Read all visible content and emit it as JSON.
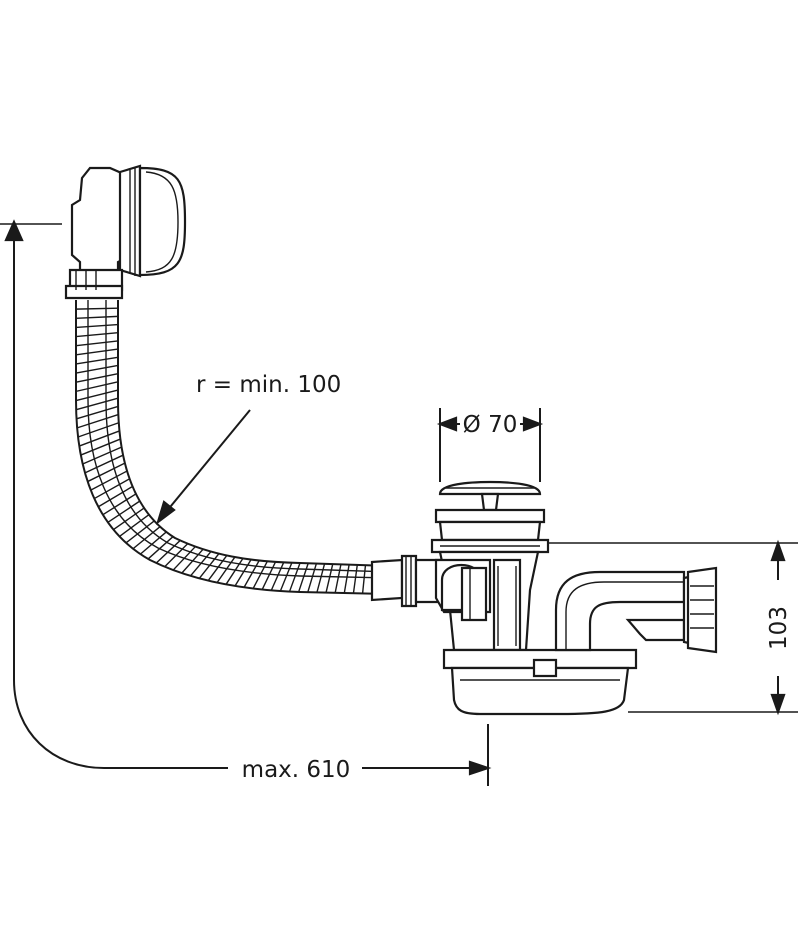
{
  "drawing": {
    "annotations": {
      "bend_radius": "r = min. 100",
      "diameter": "Ø 70",
      "height": "103",
      "length": "max. 610"
    },
    "colors": {
      "line": "#1a1a1a",
      "background": "#ffffff"
    }
  }
}
